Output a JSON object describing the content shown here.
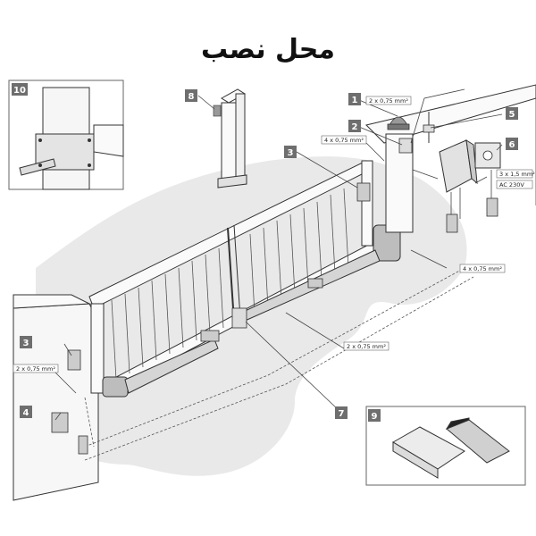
{
  "title": "محل نصب",
  "callouts": [
    {
      "num": "1"
    },
    {
      "num": "2"
    },
    {
      "num": "3"
    },
    {
      "num": "3"
    },
    {
      "num": "4"
    },
    {
      "num": "5"
    },
    {
      "num": "6"
    },
    {
      "num": "7"
    },
    {
      "num": "8"
    },
    {
      "num": "9"
    },
    {
      "num": "10"
    }
  ],
  "cables": [
    {
      "text": "2 x 0,75 mm²"
    },
    {
      "text": "4 x 0,75 mm²"
    },
    {
      "text": "3 x 1,5 mm²"
    },
    {
      "text": "AC 230V"
    },
    {
      "text": "4 x 0,75 mm²"
    },
    {
      "text": "2 x 0,75 mm²"
    },
    {
      "text": "2 x 0,75 mm²"
    }
  ]
}
